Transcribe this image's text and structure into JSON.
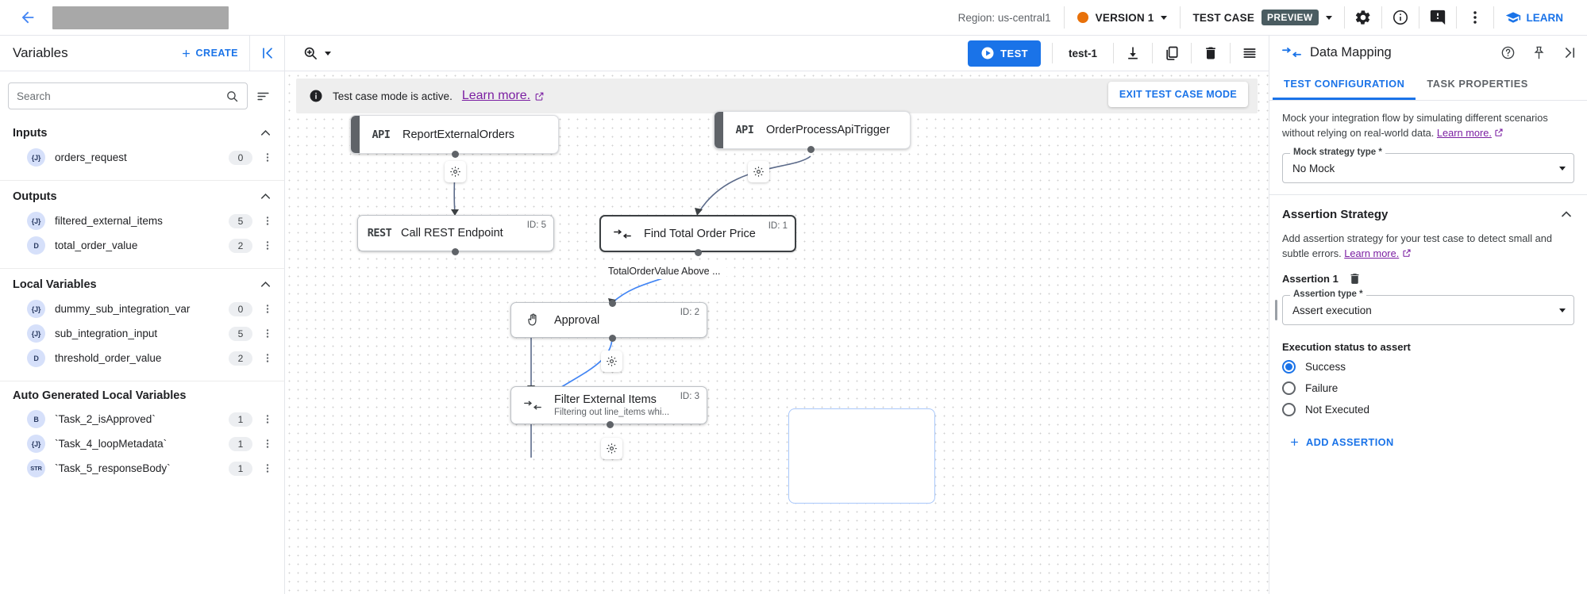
{
  "header": {
    "back_icon": "arrow-left-icon",
    "region_label": "Region: us-central1",
    "version_label": "VERSION 1",
    "version_dot_color": "#e8710a",
    "test_case_label": "TEST CASE",
    "preview_badge": "PREVIEW",
    "icons": [
      "gear-icon",
      "info-icon",
      "feedback-icon",
      "more-vert-icon"
    ],
    "learn_label": "LEARN",
    "accent": "#1a73e8"
  },
  "left_panel": {
    "title": "Variables",
    "create_label": "CREATE",
    "collapse_icon": "collapse-left-icon",
    "search_placeholder": "Search",
    "search_value": "",
    "sections": [
      {
        "title": "Inputs",
        "items": [
          {
            "type": "{J}",
            "name": "orders_request",
            "count": "0"
          }
        ]
      },
      {
        "title": "Outputs",
        "items": [
          {
            "type": "{J}",
            "name": "filtered_external_items",
            "count": "5"
          },
          {
            "type": "D",
            "name": "total_order_value",
            "count": "2"
          }
        ]
      },
      {
        "title": "Local Variables",
        "items": [
          {
            "type": "{J}",
            "name": "dummy_sub_integration_var",
            "count": "0"
          },
          {
            "type": "{J}",
            "name": "sub_integration_input",
            "count": "5"
          },
          {
            "type": "D",
            "name": "threshold_order_value",
            "count": "2"
          }
        ]
      },
      {
        "title": "Auto Generated Local Variables",
        "items": [
          {
            "type": "B",
            "name": "`Task_2_isApproved`",
            "count": "1"
          },
          {
            "type": "{J}",
            "name": "`Task_4_loopMetadata`",
            "count": "1"
          },
          {
            "type": "STR",
            "name": "`Task_5_responseBody`",
            "count": "1"
          }
        ]
      }
    ]
  },
  "canvas_toolbar": {
    "zoom_icon": "zoom-in-icon",
    "test_label": "TEST",
    "test_name": "test-1",
    "icons": [
      "download-icon",
      "copy-icon",
      "delete-icon",
      "list-icon"
    ]
  },
  "canvas": {
    "banner_text": "Test case mode is active.",
    "banner_link": "Learn more.",
    "exit_button": "EXIT TEST CASE MODE",
    "edge_label": "TotalOrderValue Above ...",
    "nodes": [
      {
        "kind": "api",
        "icon": "API",
        "title": "ReportExternalOrders",
        "sub": "",
        "id": ""
      },
      {
        "kind": "api",
        "icon": "API",
        "title": "OrderProcessApiTrigger",
        "sub": "",
        "id": ""
      },
      {
        "kind": "plain",
        "icon": "REST",
        "title": "Call REST Endpoint",
        "sub": "",
        "id": "ID: 5"
      },
      {
        "kind": "outlined",
        "icon": "mapping-icon",
        "title": "Find Total Order Price",
        "sub": "",
        "id": "ID: 1"
      },
      {
        "kind": "plain",
        "icon": "hand-icon",
        "title": "Approval",
        "sub": "",
        "id": "ID: 2"
      },
      {
        "kind": "plain",
        "icon": "mapping-icon",
        "title": "Filter External Items",
        "sub": "Filtering out line_items whi...",
        "id": "ID: 3"
      }
    ]
  },
  "right_panel": {
    "icon": "mapping-icon",
    "title": "Data Mapping",
    "header_icons": [
      "help-icon",
      "pin-icon",
      "expand-right-icon"
    ],
    "tabs": [
      {
        "label": "TEST CONFIGURATION",
        "active": true
      },
      {
        "label": "TASK PROPERTIES",
        "active": false
      }
    ],
    "mock_desc": "Mock your integration flow by simulating different scenarios without relying on real-world data.",
    "mock_desc_link": "Learn more.",
    "mock_field_label": "Mock strategy type *",
    "mock_field_value": "No Mock",
    "assertion_section_title": "Assertion Strategy",
    "assertion_desc": "Add assertion strategy for your test case to detect small and subtle errors.",
    "assertion_desc_link": "Learn more.",
    "assertion_item_label": "Assertion 1",
    "assertion_delete_icon": "delete-icon",
    "assertion_type_label": "Assertion type *",
    "assertion_type_value": "Assert execution",
    "exec_status_label": "Execution status to assert",
    "radios": [
      {
        "label": "Success",
        "selected": true
      },
      {
        "label": "Failure",
        "selected": false
      },
      {
        "label": "Not Executed",
        "selected": false
      }
    ],
    "add_assertion_label": "ADD ASSERTION"
  }
}
